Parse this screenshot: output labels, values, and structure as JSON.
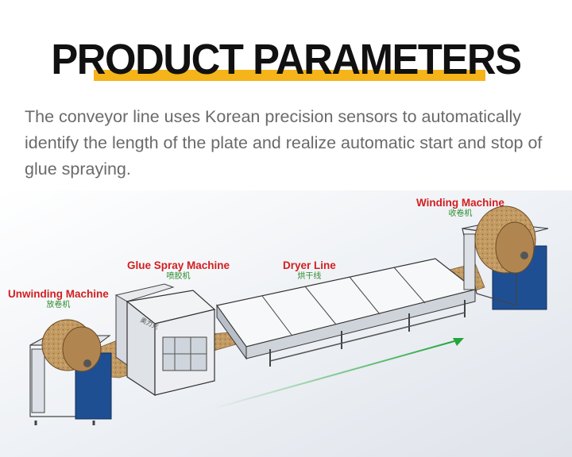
{
  "header": {
    "title": "PRODUCT PARAMETERS",
    "accent_color": "#f4b41a"
  },
  "description": "The conveyor line uses Korean precision sensors to automatically identify the length of the plate and realize automatic start and stop of glue spraying.",
  "diagram": {
    "labels": {
      "unwinding": {
        "en": "Unwinding Machine",
        "zh": "放卷机"
      },
      "glue_spray": {
        "en": "Glue Spray Machine",
        "zh": "喷胶机"
      },
      "dryer": {
        "en": "Dryer Line",
        "zh": "烘干线"
      },
      "winding": {
        "en": "Winding Machine",
        "zh": "收卷机"
      }
    },
    "glue_machine_brand": "奥力克",
    "colors": {
      "label_en": "#d11f1f",
      "label_zh": "#2e8b2e",
      "machine_frame_blue": "#1f4f93",
      "material_cork": "#c29a62",
      "flow_arrow": "#22a63a"
    },
    "flow_arrow_icon": "arrow-right-icon"
  }
}
